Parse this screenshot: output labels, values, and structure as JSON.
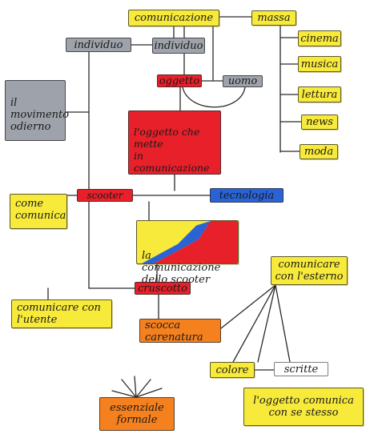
{
  "colors": {
    "yellow": "#f7ea3a",
    "red": "#e8202a",
    "grey": "#9ea3ab",
    "orange": "#f5801e",
    "blue": "#2a63d6",
    "line": "#2a2a2a"
  },
  "nodes": {
    "comunicazione": "comunicazione",
    "massa": "massa",
    "cinema": "cinema",
    "musica": "musica",
    "lettura": "lettura",
    "news": "news",
    "moda": "moda",
    "individuo_1": "individuo",
    "individuo_2": "individuo",
    "oggetto": "oggetto",
    "uomo": "uomo",
    "movimento": "il movimento\nodierno",
    "oggetto_comunicazione": "l'oggetto che mette\nin comunicazione",
    "come_comunica": "come\ncomunica",
    "scooter": "scooter",
    "tecnologia": "tecnologia",
    "comunicazione_scooter": "la comunicazione\ndello scooter",
    "comunicare_esterno": "comunicare\ncon l'esterno",
    "cruscotto": "cruscotto",
    "comunicare_utente": "comunicare con\nl'utente",
    "scocca": "scocca\ncarenatura",
    "colore": "colore",
    "scritte": "scritte",
    "essenziale": "essenziale\nformale",
    "oggetto_se_stesso": "l'oggetto comunica\ncon se stesso"
  }
}
